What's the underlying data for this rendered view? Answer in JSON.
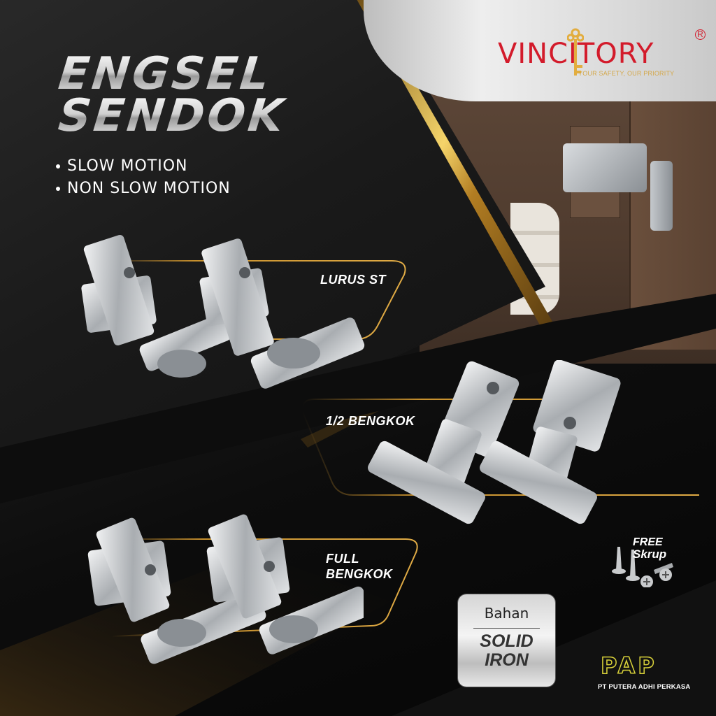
{
  "brand": {
    "name": "VINCITORY",
    "tagline": "YOUR SAFETY, OUR PRIORITY",
    "registered_mark": "R",
    "color_primary": "#d31b2b",
    "color_accent": "#d4a84a"
  },
  "headline": {
    "line1": "ENGSEL",
    "line2": "SENDOK"
  },
  "features": [
    {
      "label": "SLOW MOTION"
    },
    {
      "label": "NON SLOW MOTION"
    }
  ],
  "variants": [
    {
      "label": "LURUS ST"
    },
    {
      "label": "1/2 BENGKOK"
    },
    {
      "label_line1": "FULL",
      "label_line2": "BENGKOK"
    }
  ],
  "bonus": {
    "line1": "FREE",
    "line2": "Skrup"
  },
  "material": {
    "title": "Bahan",
    "line1": "SOLID",
    "line2": "IRON"
  },
  "company": {
    "mark": "PAP",
    "name": "PT PUTERA ADHI PERKASA",
    "mark_color": "#d9d23a"
  },
  "theme": {
    "gold": "#c8912e",
    "background": "#0a0a0a"
  }
}
